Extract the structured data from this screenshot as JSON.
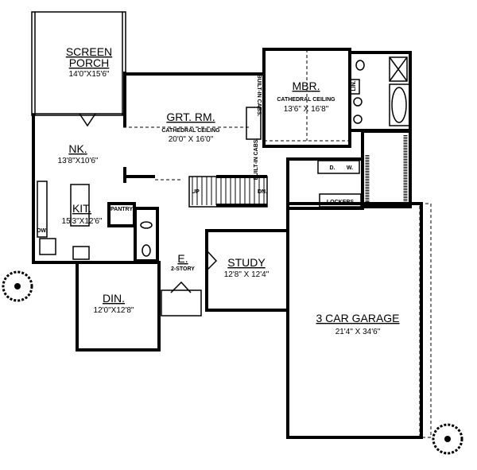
{
  "rooms": {
    "screen_porch": {
      "name_line1": "SCREEN",
      "name_line2": "PORCH",
      "size": "14'0\"X15'6\""
    },
    "great_room": {
      "name": "GRT. RM.",
      "note": "CATHEDRAL CEILING",
      "size": "20'0\" X 16'0\""
    },
    "master_bedroom": {
      "name": "MBR.",
      "note": "CATHEDRAL CEILING",
      "size": "13'6\" X 16'8\""
    },
    "nook": {
      "name": "NK.",
      "size": "13'8\"X10'6\""
    },
    "kitchen": {
      "name": "KIT.",
      "size": "15'3\"X12'6\""
    },
    "dining": {
      "name": "DIN.",
      "size": "12'0\"X12'8\""
    },
    "entry": {
      "name": "E.",
      "note": "2-STORY"
    },
    "study": {
      "name": "STUDY",
      "size": "12'8\" X 12'4\""
    },
    "garage": {
      "name": "3 CAR GARAGE",
      "size": "21'4\" X 34'6\""
    }
  },
  "fixtures": {
    "pantry": "PANTRY",
    "lockers": "LOCKERS",
    "built_in_cabs": "BUILT-IN CABS.",
    "linen": "LIN.",
    "dryer": "D.",
    "washer": "W.",
    "dishwasher": "DW.",
    "stairs_up": "UP",
    "stairs_down": "DN."
  }
}
